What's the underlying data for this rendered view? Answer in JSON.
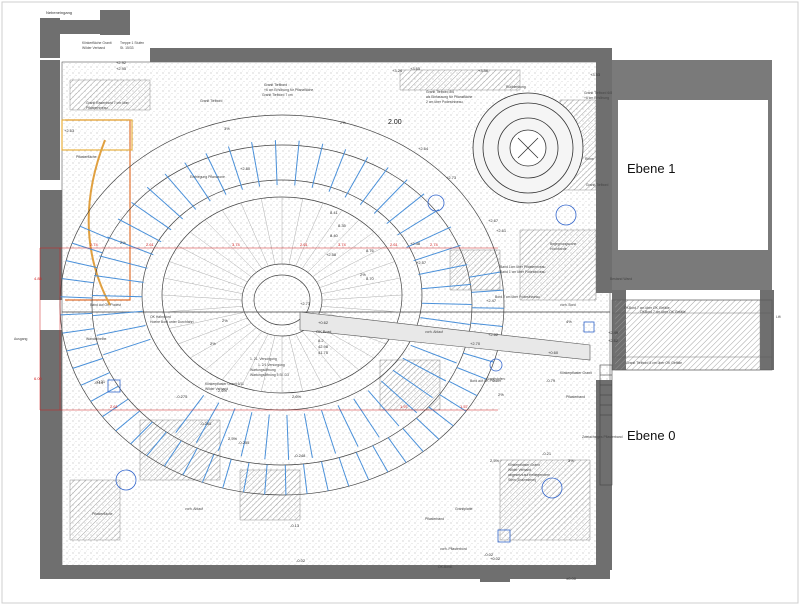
{
  "levels": {
    "upper": "Ebene 1",
    "lower": "Ebene 0"
  },
  "titles": {
    "top_left": "Nebeneingang",
    "lift": "Lift",
    "exit": "Ausgang"
  },
  "notes": {
    "n1": "Klinkerfläche Granit",
    "n2": "Wilder Verband",
    "n3": "Treppe 1 Stufen",
    "n4": "St. 15/33",
    "n5": "Granit Tieflbord",
    "n6": "+6 cm Erhöhung für Pflanzfläche",
    "n7": "Granit Tiefbord 8/6",
    "n8": "als Einfassung für Pflanzfläche",
    "n9": "2 cm über Podestniveau",
    "n10": "Granit Rasenbord 7 cm über",
    "n11": "Pflasterniveau",
    "n12": "Granit Tiefbord",
    "n13": "Einfriegung Pflanzzone",
    "n14": "Pflasterfläche",
    "n15": "Band 1cm über Pflasterniveau",
    "n16": "Band 1 cm über Podestniveau",
    "n17": "Rücklenkung",
    "n18": "Rinne",
    "n19": "Granit Tiefbord",
    "n20": "Klinkerpflaster Granit 6/11",
    "n21": "Wilder Verband",
    "n22": "Zweiachsiges Pflasterband",
    "n23": "Klinkerpflaster Granit",
    "n24": "Wilder Verband",
    "n25": "abgesetzt auf freiliegendem",
    "n26": "Stein (Drainsteine)",
    "n27": "Granitplatte",
    "n28": "Pflasterband",
    "n29": "Granitstufen",
    "n30": "Pflasterband",
    "n31": "vorh. Ablauf",
    "n32": "vorh. Ablauf",
    "n33": "Wandscheibe",
    "n34": "Pflasterfläche",
    "n35": "Granit Tiefbord 6/8",
    "n36": "+6 cm Erhöhung",
    "n37": "OKBord 7 cm über OK Gefälle",
    "n38": "Granit Tiefbord 8 cm über OK Gefälle",
    "n39": "Band auf OK Podest",
    "n40": "vorh. Bord",
    "n41": "Bord 2 cm über Podestniveau",
    "n42": "Begegnungszone",
    "n43": "Hochborde",
    "n44": "1. 2/1 Versorgung",
    "n45": "Wartungsöffnung",
    "n46": "Bestand Wand",
    "n47": "OKBord 7 cm über OK Gefälle",
    "n48": "vorh. Pflasterbord",
    "n49": "Granit Tiefbord 7 cm",
    "n50": "Klinkerpflaster Granit",
    "n51": "OK Hahnbord",
    "n52": "Hoehe Bord unter Durchfahrt",
    "n53": "Bord auf OK Pflaster",
    "n54": "OK-Bordl."
  },
  "elevations": [
    "+2.63",
    "+2.92",
    "+2.95",
    "+3.53",
    "+3.24",
    "+3.36",
    "+3.65",
    "+2.64",
    "+2.73",
    "+2.67",
    "+2.48",
    "+2.57",
    "+2.58",
    "+2.61",
    "+2.52",
    "+2.49",
    "+2.47",
    "+2.62",
    "+0.62",
    "+0.02",
    "+0.60",
    "-0.02",
    "±0.00",
    "-0.79",
    "+2.80",
    "+2.73",
    "+2.70"
  ],
  "slopes": [
    "2%",
    "2%",
    "2%",
    "2%",
    "3%",
    "2%",
    "3%",
    "4%",
    "2%",
    "2,5%",
    "2,5%",
    "2,6%",
    "2,6%"
  ],
  "dims_red": [
    "2.74",
    "2.61",
    "3.74",
    "2.61",
    "3.74",
    "2.61",
    "2.74",
    "2.61",
    "1.97",
    "1.57",
    "4.85",
    "6.00"
  ],
  "stair": {
    "outer_values": [
      "-0.31",
      "-0.275",
      "-0.265",
      "-0.255",
      "-0.248",
      "-0.14",
      "-0.13",
      "-0.02",
      "-0.21"
    ],
    "mid_values": [
      "2.00",
      "8.41",
      "8.35",
      "8.40",
      "8.76",
      "8.70"
    ]
  },
  "inner_core": {
    "label1": "OK Bord",
    "label2": "8.2",
    "label3": "42.98",
    "label4": "41.75",
    "label5": "1. 21. Versorgung",
    "label6": "Wartungsöffnung 5 St. D3"
  },
  "colors": {
    "wall": "#6f6f6f",
    "step": "#4a90d9",
    "ramp": "#e07030",
    "dim": "#d02020",
    "hatch": "#bdbdbd"
  }
}
